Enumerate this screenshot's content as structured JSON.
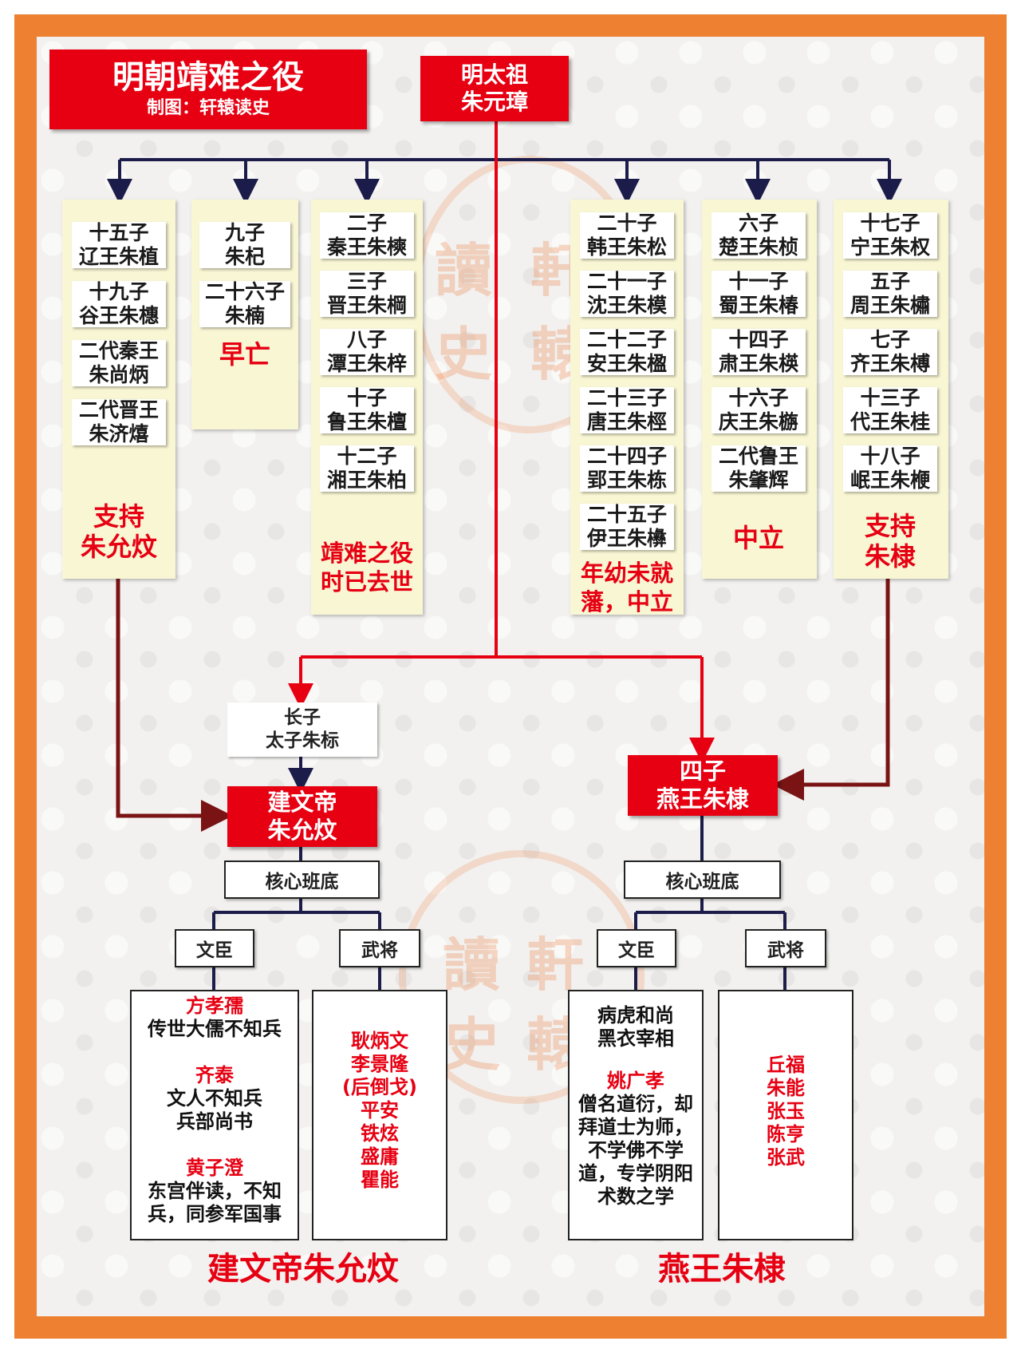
{
  "title": {
    "main": "明朝靖难之役",
    "credit": "制图：轩辕读史"
  },
  "root": {
    "line1": "明太祖",
    "line2": "朱元璋"
  },
  "watermark": {
    "c1": "讀",
    "c2": "軒",
    "c3": "史",
    "c4": "轅"
  },
  "columns": [
    {
      "cards": [
        [
          "十五子",
          "辽王朱植"
        ],
        [
          "十九子",
          "谷王朱橞"
        ],
        [
          "二代秦王",
          "朱尚炳"
        ],
        [
          "二代晋王",
          "朱济熺"
        ]
      ],
      "note": [
        "支持",
        "朱允炆"
      ]
    },
    {
      "cards": [
        [
          "九子",
          "朱杞"
        ],
        [
          "二十六子",
          "朱楠"
        ]
      ],
      "note": [
        "早亡"
      ]
    },
    {
      "cards": [
        [
          "二子",
          "秦王朱樉"
        ],
        [
          "三子",
          "晋王朱棡"
        ],
        [
          "八子",
          "潭王朱梓"
        ],
        [
          "十子",
          "鲁王朱檀"
        ],
        [
          "十二子",
          "湘王朱柏"
        ]
      ],
      "note": [
        "靖难之役",
        "时已去世"
      ]
    },
    {
      "cards": [
        [
          "二十子",
          "韩王朱松"
        ],
        [
          "二十一子",
          "沈王朱模"
        ],
        [
          "二十二子",
          "安王朱楹"
        ],
        [
          "二十三子",
          "唐王朱桱"
        ],
        [
          "二十四子",
          "郢王朱栋"
        ],
        [
          "二十五子",
          "伊王朱㰘"
        ]
      ],
      "note": [
        "年幼未就",
        "藩，中立"
      ]
    },
    {
      "cards": [
        [
          "六子",
          "楚王朱桢"
        ],
        [
          "十一子",
          "蜀王朱椿"
        ],
        [
          "十四子",
          "肃王朱楧"
        ],
        [
          "十六子",
          "庆王朱㮵"
        ],
        [
          "二代鲁王",
          "朱肇辉"
        ]
      ],
      "note": [
        "中立"
      ]
    },
    {
      "cards": [
        [
          "十七子",
          "宁王朱权"
        ],
        [
          "五子",
          "周王朱橚"
        ],
        [
          "七子",
          "齐王朱榑"
        ],
        [
          "十三子",
          "代王朱桂"
        ],
        [
          "十八子",
          "岷王朱楩"
        ]
      ],
      "note": [
        "支持",
        "朱棣"
      ]
    }
  ],
  "eldest": {
    "line1": "长子",
    "line2": "太子朱标"
  },
  "jianwen": {
    "line1": "建文帝",
    "line2": "朱允炆"
  },
  "yan": {
    "line1": "四子",
    "line2": "燕王朱棣"
  },
  "core_label": "核心班底",
  "civil_label": "文臣",
  "military_label": "武将",
  "jianwen_civil": [
    {
      "name": "方孝孺",
      "desc": [
        "传世大儒不知兵"
      ]
    },
    {
      "name": "齐泰",
      "desc": [
        "文人不知兵",
        "兵部尚书"
      ]
    },
    {
      "name": "黄子澄",
      "desc": [
        "东宫伴读，不知",
        "兵，同参军国事"
      ]
    }
  ],
  "jianwen_military": [
    "耿炳文",
    "李景隆",
    "(后倒戈)",
    "平安",
    "铁炫",
    "盛庸",
    "瞿能"
  ],
  "yan_civil": {
    "pre": [
      "病虎和尚",
      "黑衣宰相"
    ],
    "name": "姚广孝",
    "desc": [
      "僧名道衍，却",
      "拜道士为师，",
      "不学佛不学",
      "道，专学阴阳",
      "术数之学"
    ]
  },
  "yan_military": [
    "丘福",
    "朱能",
    "张玉",
    "陈亨",
    "张武"
  ],
  "bottom_left": "建文帝朱允炆",
  "bottom_right": "燕王朱棣",
  "colors": {
    "orange": "#ed8031",
    "red": "#e60012",
    "navy": "#1c1c4a",
    "maroon": "#7a1414",
    "column_bg": "#f9f6d4"
  }
}
